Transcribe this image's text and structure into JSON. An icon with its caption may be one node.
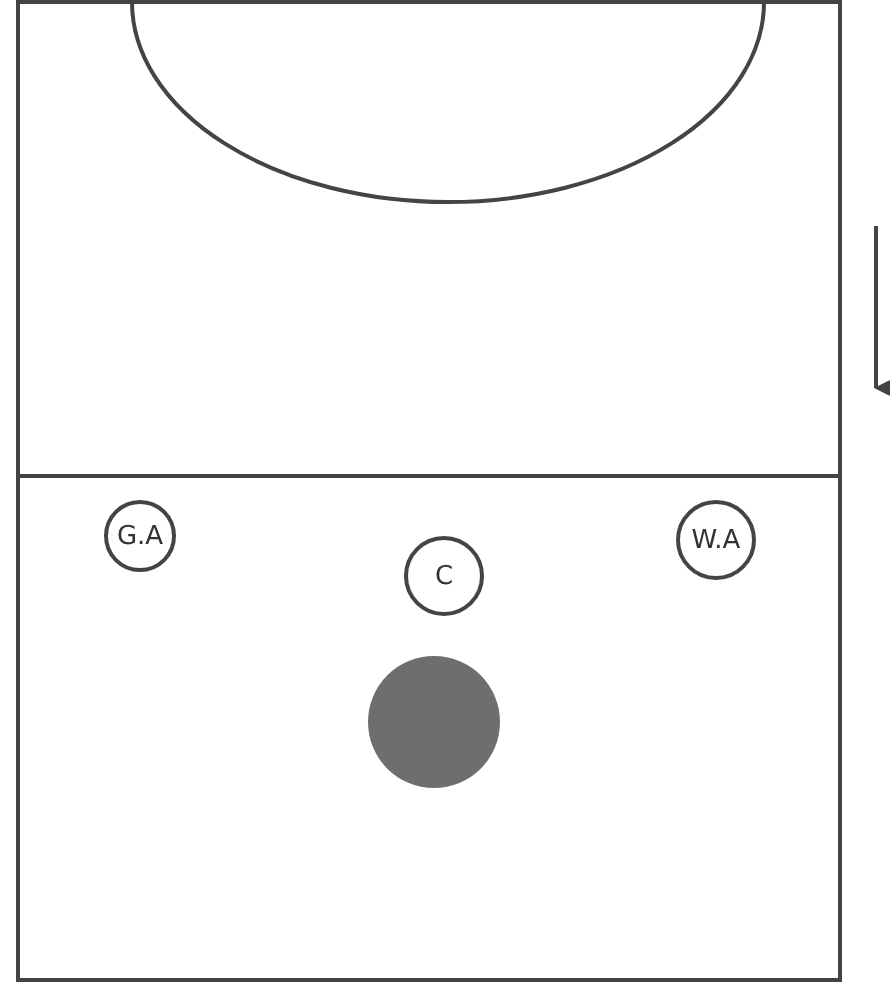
{
  "diagram": {
    "nodes": [
      {
        "text": [
          "G.A"
        ]
      },
      {
        "text": [
          "C"
        ]
      },
      {
        "text": [
          "W.A"
        ]
      },
      {
        "text": [],
        "shape": "circle"
      }
    ]
  }
}
